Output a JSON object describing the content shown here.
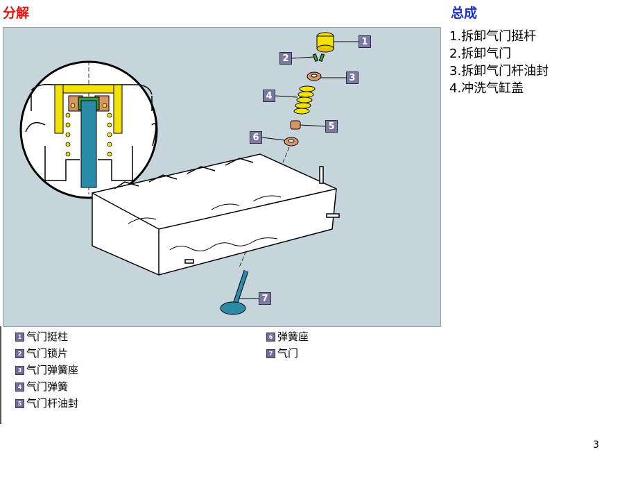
{
  "left_title": "分解",
  "right_title": "总成",
  "steps": [
    "1.拆卸气门挺杆",
    "2.拆卸气门",
    "3.拆卸气门杆油封",
    "4.冲洗气缸盖"
  ],
  "callouts": [
    "1",
    "2",
    "3",
    "4",
    "5",
    "6",
    "7"
  ],
  "legend": [
    {
      "num": "1",
      "label": "气门挺柱"
    },
    {
      "num": "2",
      "label": "气门锁片"
    },
    {
      "num": "3",
      "label": "气门弹簧座"
    },
    {
      "num": "4",
      "label": "气门弹簧"
    },
    {
      "num": "5",
      "label": "气门杆油封"
    },
    {
      "num": "6",
      "label": "弹簧座"
    },
    {
      "num": "7",
      "label": "气门"
    }
  ],
  "page_number": "3",
  "colors": {
    "left_title": "#e8130e",
    "right_title": "#1a2fd0",
    "diagram_bg": "#c6d4dc",
    "callout": "#7c7aa0"
  }
}
